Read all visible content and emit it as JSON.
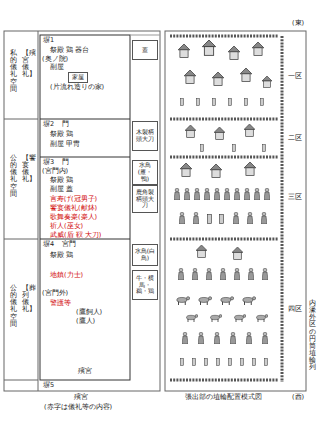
{
  "diagram": {
    "nodes": [
      {
        "text": [
          "蓋"
        ]
      },
      {
        "text": [
          "木製柄頭大刀"
        ]
      },
      {
        "text": [
          "水鳥(雁・鴨)"
        ]
      },
      {
        "text": [
          "鹿角製柄頭大刀"
        ]
      },
      {
        "text": [
          "水鳥(白鳥)"
        ]
      },
      {
        "text": [
          "牛・横馬・鵜・鶏"
        ]
      },
      {
        "text": [
          "家屋"
        ]
      }
    ],
    "labels": [
      "(東)",
      "私的儀礼空間",
      "【殯宮儀礼】",
      "公的儀礼空間",
      "【饗宴儀礼】",
      "公的儀礼空間",
      "【葬列儀礼】",
      "塀1",
      "祭殿 鶏 器台",
      "(奥ノ院)",
      "副屋",
      "(片流れ造りの家)",
      "塀2",
      "門",
      "祭殿 鶏",
      "副屋 甲冑",
      "塀3",
      "門",
      "(宮門内)",
      "祭殿 鶏",
      "副屋 蓋",
      "言寿げ(冠男子)",
      "饗宴儀礼(献鉢)",
      "歌舞奏楽(楽人)",
      "祈人(巫女)",
      "武威(盾 靫 大刀)",
      "塀4",
      "宮門",
      "祭殿 鶏",
      "地鎮(力士)",
      "(宮門外)",
      "警護等",
      "(鷹飼人)",
      "(鷹人)",
      "殯宮",
      "塀5",
      "殯宮",
      "(赤字は儀礼等の内容)",
      "一区",
      "二区",
      "三区",
      "四区",
      "内濠外区の円筒埴輪列",
      "張出部の埴輪配置模式図",
      "(西)"
    ]
  }
}
